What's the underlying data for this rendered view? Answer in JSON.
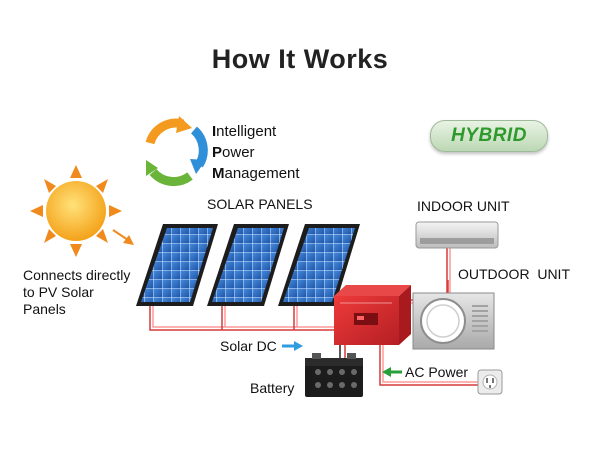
{
  "title": "How It Works",
  "ipm": {
    "line1_cap": "I",
    "line1_rest": "ntelligent",
    "line2_cap": "P",
    "line2_rest": "ower",
    "line3_cap": "M",
    "line3_rest": "anagement"
  },
  "badge": "HYBRID",
  "labels": {
    "solar_panels": "SOLAR PANELS",
    "indoor_unit": "INDOOR UNIT",
    "outdoor_unit": "OUTDOOR  UNIT",
    "connects_line1": "Connects directly",
    "connects_line2": "to PV Solar",
    "connects_line3": "Panels",
    "solar_dc": "Solar DC",
    "battery": "Battery",
    "ac_power": "AC Power"
  },
  "colors": {
    "panel_blue": "#2f6fc4",
    "frame_dark": "#1d1d1d",
    "wire_red": "#d63a3a",
    "inverter_red": "#d8272d",
    "dc_arrow": "#2f9be0",
    "ac_arrow": "#27a03a",
    "sun": "#f6b21a",
    "ray": "#f08a1c"
  },
  "icons": [
    "sun-icon",
    "cycle-arrows-icon",
    "solar-panel-icon",
    "inverter-icon",
    "battery-icon",
    "indoor-unit-icon",
    "outdoor-unit-icon",
    "wall-socket-icon",
    "arrow-icon"
  ]
}
